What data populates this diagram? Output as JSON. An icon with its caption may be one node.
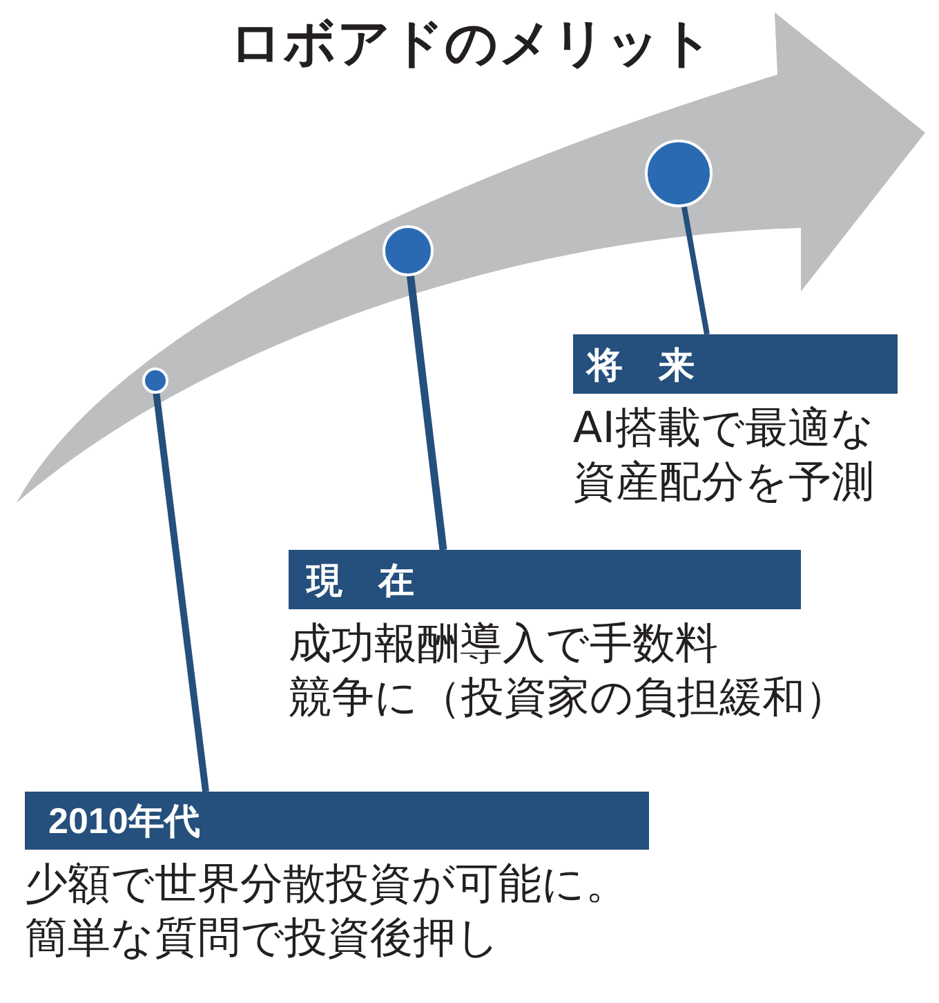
{
  "diagram": {
    "title": "ロボアドのメリット",
    "nodes": [
      {
        "text": [],
        "shape": "circle"
      },
      {
        "text": [],
        "shape": "circle"
      },
      {
        "text": [],
        "shape": "circle"
      },
      {
        "text": [
          "将　来",
          "AI搭載で最適な資産配分を予測"
        ]
      },
      {
        "text": [
          "現　在",
          "成功報酬導入で手数料競争に（投資家の負担緩和）"
        ]
      },
      {
        "text": [
          "2010年代",
          "少額で世界分散投資が可能に。簡単な質問で投資後押し"
        ]
      }
    ],
    "edges": [
      {
        "from": 5,
        "to": 0,
        "arrow": "none"
      },
      {
        "from": 4,
        "to": 1,
        "arrow": "none"
      },
      {
        "from": 3,
        "to": 2,
        "arrow": "none"
      }
    ]
  }
}
